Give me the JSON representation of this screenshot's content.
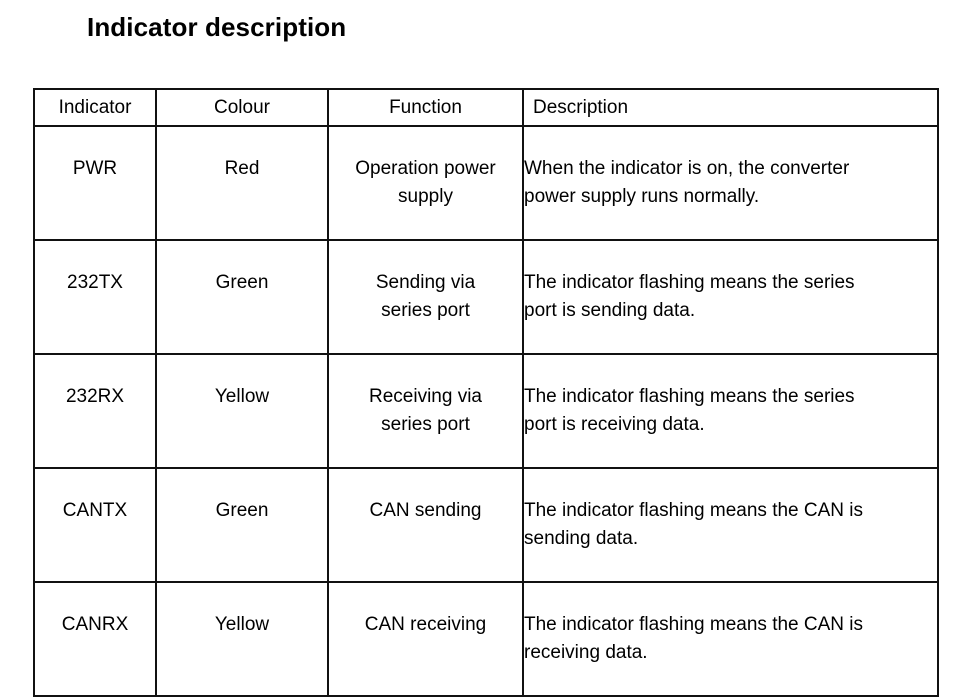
{
  "page": {
    "title": "Indicator description",
    "background_color": "#ffffff",
    "text_color": "#000000",
    "border_color": "#111111"
  },
  "table": {
    "headers": {
      "indicator": "Indicator",
      "colour": "Colour",
      "function": "Function",
      "description": "Description"
    },
    "rows": [
      {
        "indicator": "PWR",
        "colour": "Red",
        "function_line1": "Operation power",
        "function_line2": "supply",
        "description_line1": "When the indicator is on, the converter",
        "description_line2": "power supply runs normally."
      },
      {
        "indicator": "232TX",
        "colour": "Green",
        "function_line1": "Sending via",
        "function_line2": "series port",
        "description_line1": "The indicator flashing means the series",
        "description_line2": "port is sending data."
      },
      {
        "indicator": "232RX",
        "colour": "Yellow",
        "function_line1": "Receiving via",
        "function_line2": "series port",
        "description_line1": "The indicator flashing means the series",
        "description_line2": "port is receiving data."
      },
      {
        "indicator": "CANTX",
        "colour": "Green",
        "function_line1": "CAN sending",
        "function_line2": "",
        "description_line1": "The indicator flashing means the CAN is",
        "description_line2": "sending data."
      },
      {
        "indicator": "CANRX",
        "colour": "Yellow",
        "function_line1": "CAN receiving",
        "function_line2": "",
        "description_line1": "The indicator flashing means the CAN is",
        "description_line2": "receiving data."
      }
    ]
  }
}
